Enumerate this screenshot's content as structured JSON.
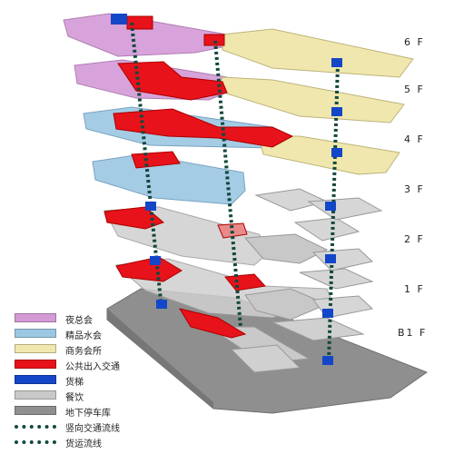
{
  "floors": [
    {
      "id": "6f",
      "label": "6 F"
    },
    {
      "id": "5f",
      "label": "5 F"
    },
    {
      "id": "4f",
      "label": "4 F"
    },
    {
      "id": "3f",
      "label": "3 F"
    },
    {
      "id": "2f",
      "label": "2 F"
    },
    {
      "id": "1f",
      "label": "1 F"
    },
    {
      "id": "b1f",
      "label": "B1 F"
    }
  ],
  "legend": [
    {
      "label": "夜总会",
      "color": "#d49ad6",
      "kind": "area"
    },
    {
      "label": "精品水会",
      "color": "#9cc7e3",
      "kind": "area"
    },
    {
      "label": "商务会所",
      "color": "#efe7ad",
      "kind": "area"
    },
    {
      "label": "公共出入交通",
      "color": "#e8121a",
      "kind": "area"
    },
    {
      "label": "货梯",
      "color": "#1446c8",
      "kind": "area"
    },
    {
      "label": "餐饮",
      "color": "#c9c9c9",
      "kind": "area"
    },
    {
      "label": "地下停车库",
      "color": "#8f8f8f",
      "kind": "area"
    },
    {
      "label": "竖向交通流线",
      "color": "#12493e",
      "kind": "line"
    },
    {
      "label": "货运流线",
      "color": "#12493e",
      "kind": "line"
    }
  ],
  "colors": {
    "nightclub": "#d49ad6",
    "spa": "#9cc7e3",
    "business": "#efe7ad",
    "circulation": "#e8121a",
    "freight_elevator": "#1446c8",
    "dining": "#d0d0d0",
    "parking": "#8f8f8f",
    "flow_line": "#12493e"
  }
}
